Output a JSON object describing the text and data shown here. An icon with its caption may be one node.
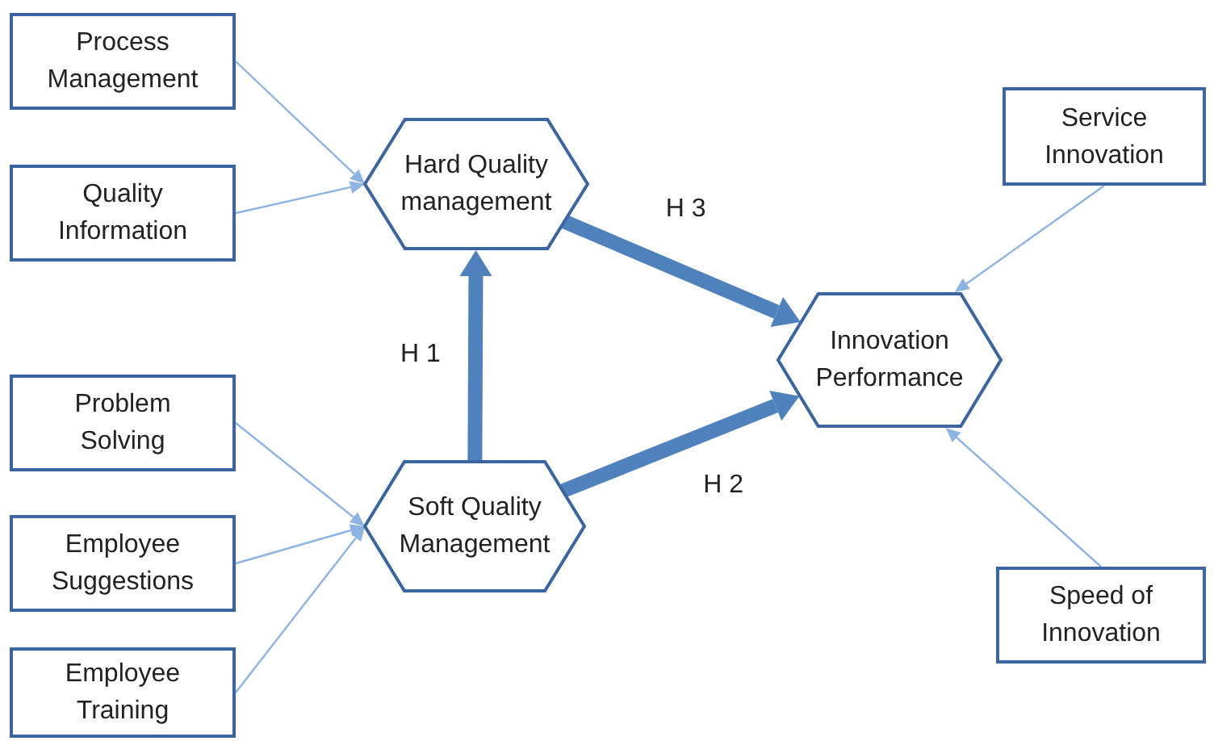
{
  "diagram": {
    "nodes": [
      {
        "text": [
          "Process Management"
        ]
      },
      {
        "text": [
          "Quality Information"
        ]
      },
      {
        "text": [
          "Hard Quality management"
        ]
      },
      {
        "text": [
          "Service Innovation"
        ]
      },
      {
        "text": [
          "Innovation Performance"
        ]
      },
      {
        "text": [
          "Problem Solving"
        ]
      },
      {
        "text": [
          "Soft Quality Management"
        ]
      },
      {
        "text": [
          "Employee Suggestions"
        ]
      },
      {
        "text": [
          "Employee Training"
        ]
      },
      {
        "text": [
          "Speed of Innovation"
        ]
      }
    ],
    "edges": [
      {
        "from": 0,
        "to": 2,
        "arrow": "to"
      },
      {
        "from": 1,
        "to": 2,
        "arrow": "to"
      },
      {
        "from": 5,
        "to": 6,
        "arrow": "to"
      },
      {
        "from": 7,
        "to": 6,
        "arrow": "to"
      },
      {
        "from": 8,
        "to": 6,
        "arrow": "to"
      },
      {
        "from": 6,
        "to": 2,
        "arrow": "to",
        "label": "H 1",
        "style": "thick",
        "color": "#4f81bd"
      },
      {
        "from": 2,
        "to": 4,
        "arrow": "to",
        "label": "H 3",
        "style": "thick",
        "color": "#4f81bd"
      },
      {
        "from": 6,
        "to": 4,
        "arrow": "to",
        "label": "H 2",
        "style": "thick",
        "color": "#4f81bd"
      },
      {
        "from": 3,
        "to": 4,
        "arrow": "to"
      },
      {
        "from": 9,
        "to": 4,
        "arrow": "to"
      }
    ]
  }
}
